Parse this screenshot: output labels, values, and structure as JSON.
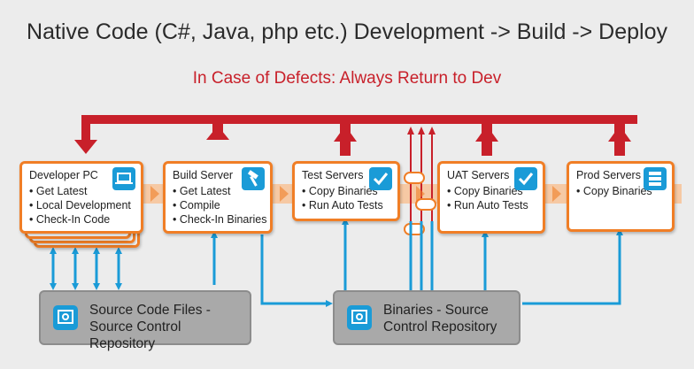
{
  "title": "Native Code (C#, Java, php etc.) Development -> Build -> Deploy",
  "subtitle": "In Case of Defects: Always Return to Dev",
  "stages": [
    {
      "title": "Developer PC",
      "items": [
        "Get Latest",
        "Local Development",
        "Check-In Code"
      ],
      "icon": "laptop-icon"
    },
    {
      "title": "Build Server",
      "items": [
        "Get Latest",
        "Compile",
        "Check-In Binaries"
      ],
      "icon": "hammer-icon"
    },
    {
      "title": "Test Servers",
      "items": [
        "Copy Binaries",
        "Run Auto Tests"
      ],
      "icon": "checkmark-icon"
    },
    {
      "title": "UAT Servers",
      "items": [
        "Copy Binaries",
        "Run Auto Tests"
      ],
      "icon": "checkmark-icon"
    },
    {
      "title": "Prod Servers",
      "items": [
        "Copy Binaries"
      ],
      "icon": "server-icon"
    }
  ],
  "repositories": [
    {
      "line1": "Source Code Files -",
      "line2": "Source Control Repository",
      "icon": "safe-icon"
    },
    {
      "line1": "Binaries - Source",
      "line2": "Control Repository",
      "icon": "safe-icon"
    }
  ],
  "colors": {
    "return_arrow": "#c8202a",
    "box_border": "#f07e26",
    "flow_arrow": "#1a9bd7",
    "pipeline_band": "#f6c9a4",
    "repo_fill": "#a9a9a9"
  }
}
